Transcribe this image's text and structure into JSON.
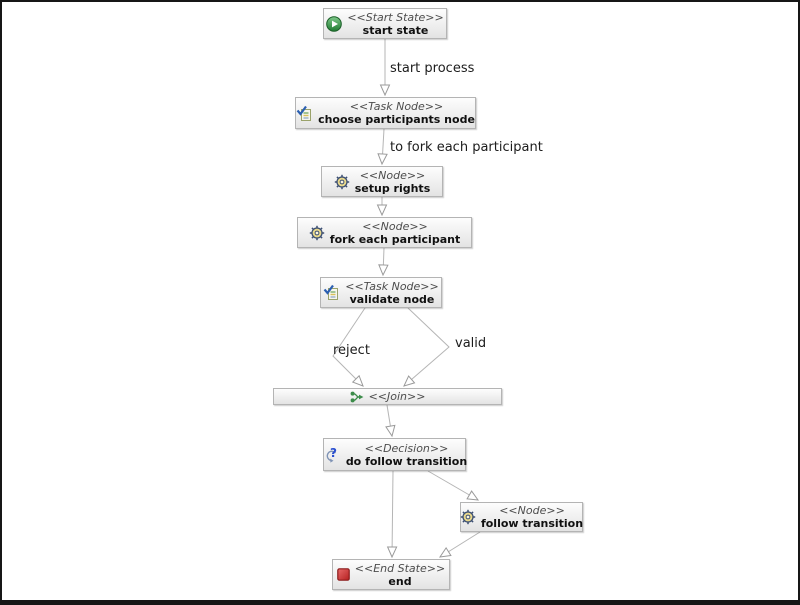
{
  "nodes": {
    "start": {
      "stereotype": "<<Start State>>",
      "label": "start state"
    },
    "choose_participants": {
      "stereotype": "<<Task Node>>",
      "label": "choose participants node"
    },
    "setup_rights": {
      "stereotype": "<<Node>>",
      "label": "setup rights"
    },
    "fork_each_participant": {
      "stereotype": "<<Node>>",
      "label": "fork each participant"
    },
    "validate": {
      "stereotype": "<<Task Node>>",
      "label": "validate node"
    },
    "join": {
      "stereotype": "<<Join>>"
    },
    "decision": {
      "stereotype": "<<Decision>>",
      "label": "do follow transition"
    },
    "follow_transition": {
      "stereotype": "<<Node>>",
      "label": "follow transition"
    },
    "end": {
      "stereotype": "<<End State>>",
      "label": "end"
    }
  },
  "edges": {
    "start_process": "start process",
    "to_fork": "to fork each participant",
    "reject": "reject",
    "valid": "valid"
  },
  "icons": {
    "start": "green-play-icon",
    "task": "task-checklist-icon",
    "node": "gear-icon",
    "join": "merge-arrows-icon",
    "decision": "question-refresh-icon",
    "end": "red-stop-icon"
  },
  "colors": {
    "node_border": "#b4b4b4",
    "node_gradient_top": "#fdfdfd",
    "node_gradient_bottom": "#e3e3e3",
    "edge_line": "#b5b5b5",
    "arrowhead_stroke": "#9a9a9a",
    "stereotype_text": "#4d4d4d",
    "label_text": "#101010",
    "start_green": "#2e9440",
    "end_red": "#cc2b2b",
    "gear_yellow": "#e9d98c",
    "gear_outline": "#3c4f72",
    "decision_blue": "#2a4fd0",
    "join_green": "#3c8c4a",
    "frame_border": "#161616"
  }
}
